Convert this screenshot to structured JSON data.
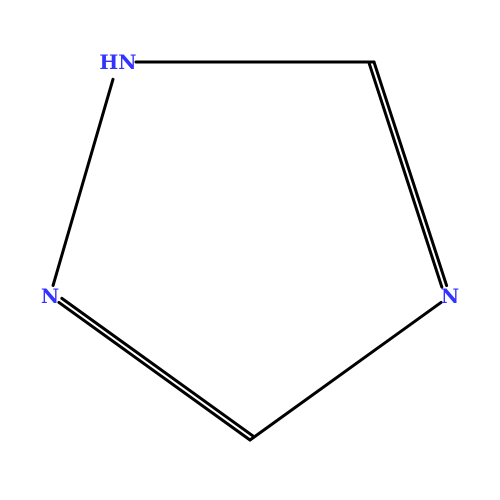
{
  "molecule": {
    "atoms": [
      {
        "id": "n1",
        "symbol": "HN"
      },
      {
        "id": "c2",
        "symbol": ""
      },
      {
        "id": "n3",
        "symbol": "N"
      },
      {
        "id": "c4",
        "symbol": ""
      },
      {
        "id": "n5",
        "symbol": "N"
      }
    ],
    "bonds": [
      {
        "from": "n1",
        "to": "c2",
        "order": 1
      },
      {
        "from": "c2",
        "to": "n3",
        "order": 2
      },
      {
        "from": "n3",
        "to": "c4",
        "order": 1
      },
      {
        "from": "c4",
        "to": "n5",
        "order": 2
      },
      {
        "from": "n5",
        "to": "n1",
        "order": 1
      }
    ]
  },
  "colors": {
    "bond": "#000000",
    "nitrogen": "#3333ff"
  }
}
